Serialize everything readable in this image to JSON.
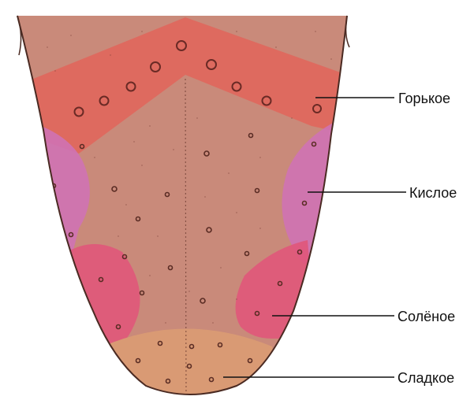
{
  "labels": {
    "bitter": "Горькое",
    "sour": "Кислое",
    "salty": "Солёное",
    "sweet": "Сладкое"
  },
  "colors": {
    "tongue_base": "#c98a7a",
    "bitter_zone": "#e2645a",
    "sour_zone": "#cf72b4",
    "salty_zone": "#e0577a",
    "sweet_zone": "#d99a74",
    "outline": "#4a2a22",
    "leader_line": "#111111"
  }
}
